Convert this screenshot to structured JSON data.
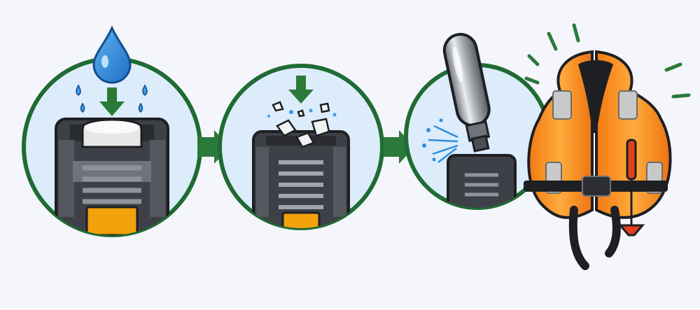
{
  "diagram": {
    "steps": [
      {
        "id": "water-contact",
        "icon": "water-drop-icon"
      },
      {
        "id": "tablet-dissolve",
        "icon": "dissolving-tablet-icon"
      },
      {
        "id": "cylinder-pierce",
        "icon": "co2-cylinder-icon"
      },
      {
        "id": "vest-inflate",
        "icon": "life-vest-icon"
      }
    ],
    "connectors": [
      "right-arrow-icon",
      "right-arrow-icon",
      "right-arrow-icon"
    ],
    "colors": {
      "background": "#f5f6fb",
      "panel_fill": "#dcecfb",
      "panel_ring": "#1f6b34",
      "arrow": "#2b7a3a",
      "water": "#2e8fe0",
      "housing": "#3e4047",
      "tablet": "#f2f2f2",
      "brass": "#f2a20c",
      "vest": "#f58a1f",
      "inflator_red": "#e0401e"
    }
  }
}
